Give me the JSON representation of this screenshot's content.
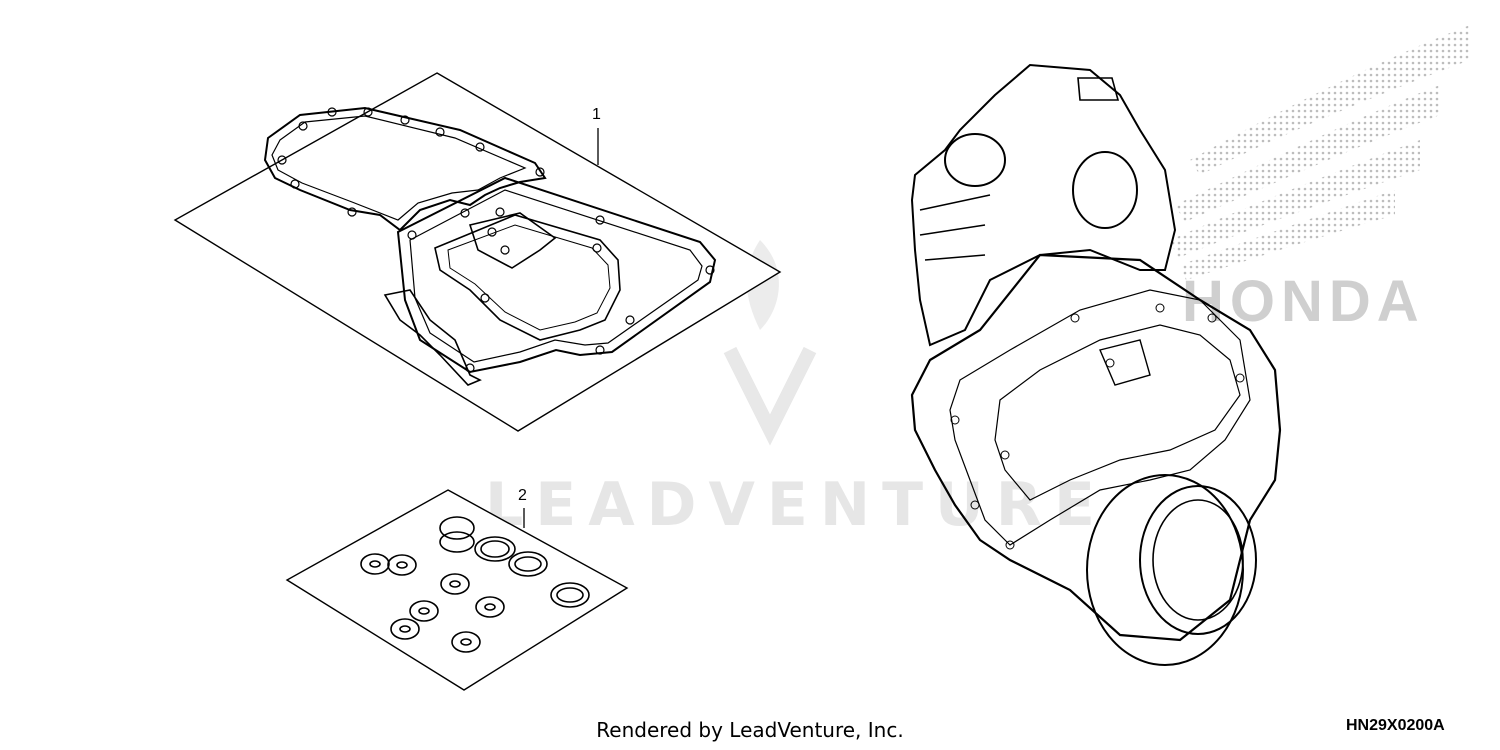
{
  "callouts": {
    "part_1": "1",
    "part_2": "2"
  },
  "footer": {
    "rendered_by": "Rendered by LeadVenture, Inc.",
    "diagram_code": "HN29X0200A"
  },
  "watermark": {
    "text": "LEADVENTURE"
  },
  "brand_logo": {
    "text": "HONDA"
  },
  "colors": {
    "line": "#000000",
    "background": "#ffffff",
    "watermark": "#e6e6e6",
    "logo_dots": "#cfcfcf"
  }
}
